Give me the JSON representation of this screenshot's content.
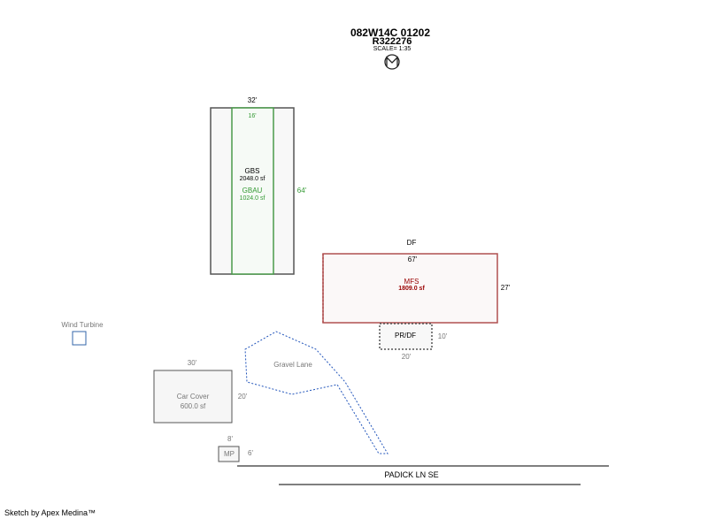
{
  "header": {
    "parcel_id": "082W14C 01202",
    "account": "R322276",
    "scale": "SCALE= 1:35",
    "north_icon": "north-arrow-icon"
  },
  "buildings": {
    "gbs": {
      "label": "GBS",
      "area": "2048.0 sf",
      "width": "32'",
      "height": "64'"
    },
    "gbau": {
      "label": "GBAU",
      "area": "1024.0 sf",
      "width": "16'"
    },
    "mfs": {
      "group_label": "DF",
      "label": "MFS",
      "area": "1809.0 sf",
      "width": "67'",
      "height": "27'"
    },
    "prdf": {
      "label": "PR/DF",
      "width": "20'",
      "height": "10'"
    },
    "car_cover": {
      "label": "Car Cover",
      "area": "600.0 sf",
      "width": "30'",
      "height": "20'"
    },
    "mp": {
      "label": "MP",
      "width": "8'",
      "height": "6'"
    },
    "wind_turbine": {
      "label": "Wind Turbine"
    },
    "gravel_lane": {
      "label": "Gravel Lane"
    }
  },
  "road": {
    "label": "PADICK LN SE"
  },
  "footer": {
    "credit": "Sketch by Apex Medina™"
  },
  "colors": {
    "gbs": "#444444",
    "gbau": "#339933",
    "mfs": "#aa3333",
    "lane": "#2255bb"
  }
}
